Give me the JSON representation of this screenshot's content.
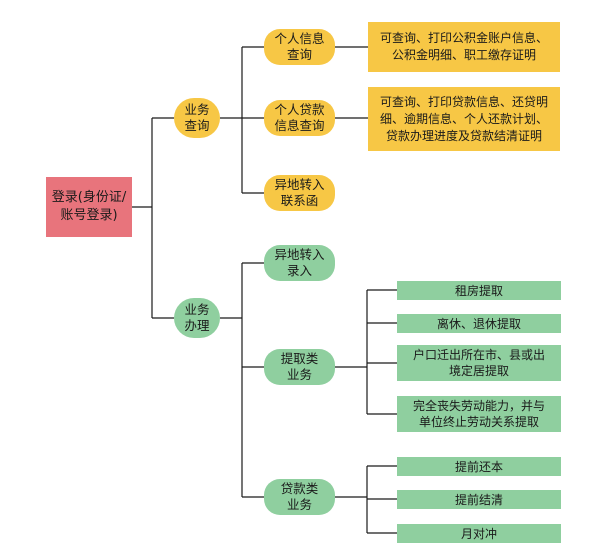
{
  "root": {
    "label": "登录(身份证/\n账号登录)"
  },
  "branches": {
    "query": {
      "label": "业务\n查询",
      "children": [
        {
          "label": "个人信息\n查询",
          "detail": "可查询、打印公积金账户信息、\n公积金明细、职工缴存证明"
        },
        {
          "label": "个人贷款\n信息查询",
          "detail": "可查询、打印贷款信息、还贷明\n细、逾期信息、个人还款计划、\n贷款办理进度及贷款结清证明"
        },
        {
          "label": "异地转入\n联系函"
        }
      ]
    },
    "handle": {
      "label": "业务\n办理",
      "children": [
        {
          "label": "异地转入\n录入"
        },
        {
          "label": "提取类\n业务",
          "items": [
            "租房提取",
            "离休、退休提取",
            "户口迁出所在市、县或出\n境定居提取",
            "完全丧失劳动能力，并与\n单位终止劳动关系提取"
          ]
        },
        {
          "label": "贷款类\n业务",
          "items": [
            "提前还本",
            "提前结清",
            "月对冲"
          ]
        }
      ]
    }
  },
  "colors": {
    "root": "#e8747c",
    "query": "#f7c745",
    "handle": "#8fcf9f",
    "line": "#1a1a1a"
  }
}
